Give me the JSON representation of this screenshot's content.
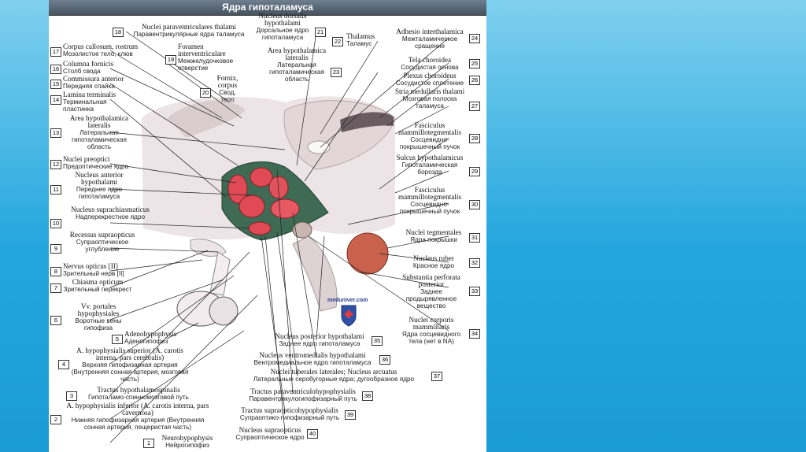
{
  "title": "Ядра гипоталамуса",
  "watermark": "meduniver.com",
  "left_labels": [
    {
      "num": "18",
      "la": "Nuclei paraventriculares thalami",
      "ru": "Паравентрикулярные ядра таламуса"
    },
    {
      "num": "17",
      "la": "Corpus callosum, rostrum",
      "ru": "Мозолистое тело, клюв"
    },
    {
      "num": "19",
      "la": "Foramen interventriculare",
      "ru": "Межжелудочковое отверстие"
    },
    {
      "num": "16",
      "la": "Columna fornicis",
      "ru": "Столб свода"
    },
    {
      "num": "20",
      "la": "Fornix, corpus",
      "ru": "Свод, тело"
    },
    {
      "num": "15",
      "la": "Commissura anterior",
      "ru": "Передняя спайка"
    },
    {
      "num": "14",
      "la": "Lamina terminalis",
      "ru": "Терминальная пластинка"
    },
    {
      "num": "13",
      "la": "Area hypothalamica lateralis",
      "ru": "Латеральная гипоталамическая область"
    },
    {
      "num": "12",
      "la": "Nuclei preoptici",
      "ru": "Предоптические ядра"
    },
    {
      "num": "11",
      "la": "Nucleus anterior hypothalami",
      "ru": "Переднее ядро гипоталамуса"
    },
    {
      "num": "10",
      "la": "Nucleus suprachiasmaticus",
      "ru": "Надперекрестное ядро"
    },
    {
      "num": "9",
      "la": "Recessus supraopticus",
      "ru": "Супраоптическое углубление"
    },
    {
      "num": "8",
      "la": "Nervus opticus [II]",
      "ru": "Зрительный нерв [II]"
    },
    {
      "num": "7",
      "la": "Chiasma opticum",
      "ru": "Зрительный перекрест"
    },
    {
      "num": "6",
      "la": "Vv. portales hypophysiales",
      "ru": "Воротные вены гипофиза"
    },
    {
      "num": "5",
      "la": "Adenohypophysis",
      "ru": "Аденогипофиз"
    },
    {
      "num": "4",
      "la": "A. hypophysialis superior (A. carotis interna, pars cerebralis)",
      "ru": "Верхняя гипофизарная артерия (Внутренняя сонная артерия, мозговая часть)"
    },
    {
      "num": "3",
      "la": "Tractus hypothalamospinalis",
      "ru": "Гипоталамо-спинномозговой путь"
    },
    {
      "num": "2",
      "la": "A. hypophysialis inferior (A. carotis interna, pars cavernosa)",
      "ru": "Нижняя гипофизарная артерия (Внутренняя сонная артерия, пещеристая часть)"
    },
    {
      "num": "1",
      "la": "Neurohypophysis",
      "ru": "Нейрогипофиз"
    }
  ],
  "right_labels": [
    {
      "num": "21",
      "la": "Nucleus dorsalis hypothalami",
      "ru": "Дорсальное ядро гипоталамуса"
    },
    {
      "num": "22",
      "la": "Thalamus",
      "ru": "Таламус"
    },
    {
      "num": "23",
      "la": "Area hypothalamica lateralis",
      "ru": "Латеральная гипоталамическая область"
    },
    {
      "num": "24",
      "la": "Adhesio interthalamica",
      "ru": "Межталамическое сращение"
    },
    {
      "num": "25",
      "la": "Tela choroidea",
      "ru": "Сосудистая основа"
    },
    {
      "num": "26",
      "la": "Plexus choroideus",
      "ru": "Сосудистое сплетение"
    },
    {
      "num": "27",
      "la": "Stria medullaris thalami",
      "ru": "Мозговая полоска таламуса"
    },
    {
      "num": "28",
      "la": "Fasciculus mammillotegmentalis",
      "ru": "Сосцевидно-покрышечный пучок"
    },
    {
      "num": "29",
      "la": "Sulcus hypothalamicus",
      "ru": "Гипоталамическая борозда"
    },
    {
      "num": "30",
      "la": "Fasciculus mammillotegmentalis",
      "ru": "Сосцевидно-покрышечный пучок"
    },
    {
      "num": "31",
      "la": "Nuclei tegmentales",
      "ru": "Ядра покрышки"
    },
    {
      "num": "32",
      "la": "Nucleus ruber",
      "ru": "Красное ядро"
    },
    {
      "num": "33",
      "la": "Substantia perforata posterior",
      "ru": "Заднее продырявленное вещество"
    },
    {
      "num": "34",
      "la": "Nuclei corporis mammillaris",
      "ru": "Ядра сосцевидного тела (нет в NA)"
    },
    {
      "num": "35",
      "la": "Nucleus posterior hypothalami",
      "ru": "Заднее ядро гипоталамуса"
    },
    {
      "num": "36",
      "la": "Nucleus ventromedialis hypothalami",
      "ru": "Вентромедиальное ядро гипоталамуса"
    },
    {
      "num": "37",
      "la": "Nuclei tuberales laterales; Nucleus arcuatus",
      "ru": "Латеральные серобугорные ядра; дугообразное ядро"
    },
    {
      "num": "38",
      "la": "Tractus paraventriculohypophysialis",
      "ru": "Паравентрикулогипофизарный путь"
    },
    {
      "num": "39",
      "la": "Tractus supraopticohypophysialis",
      "ru": "Супраоптико-гипофизарный путь"
    },
    {
      "num": "40",
      "la": "Nucleus supraopticus",
      "ru": "Супраоптическое ядро"
    }
  ]
}
